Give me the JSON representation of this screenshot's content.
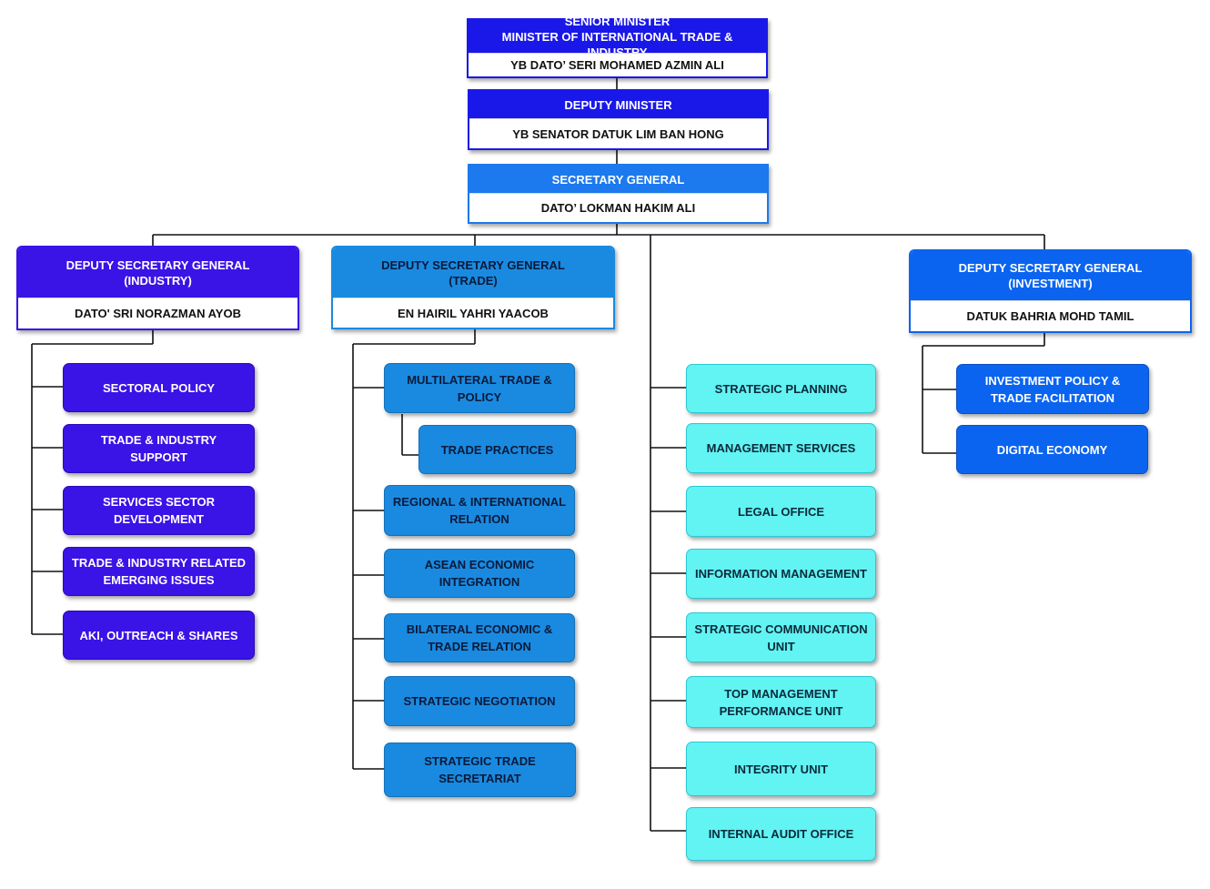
{
  "colors": {
    "top_blue": "#1a18e8",
    "sg_blue": "#1c79ee",
    "industry": "#3a13e6",
    "trade": "#1a8ae0",
    "sec_gen_units": "#62f3f3",
    "investment": "#0a64f0"
  },
  "minister": {
    "title_line1": "SENIOR MINISTER",
    "title_line2": "MINISTER OF INTERNATIONAL TRADE & INDUSTRY",
    "name": "YB DATO’ SERI  MOHAMED AZMIN ALI"
  },
  "deputy_minister": {
    "title": "DEPUTY MINISTER",
    "name": "YB SENATOR DATUK LIM BAN HONG"
  },
  "secretary_general": {
    "title": "SECRETARY GENERAL",
    "name": "DATO’ LOKMAN HAKIM  ALI"
  },
  "dsg_industry": {
    "title_line1": "DEPUTY SECRETARY GENERAL",
    "title_line2": "(INDUSTRY)",
    "name": "DATO' SRI NORAZMAN AYOB",
    "units": [
      "SECTORAL POLICY",
      "TRADE & INDUSTRY SUPPORT",
      "SERVICES SECTOR DEVELOPMENT",
      "TRADE & INDUSTRY RELATED EMERGING ISSUES",
      "AKI, OUTREACH & SHARES"
    ]
  },
  "dsg_trade": {
    "title_line1": "DEPUTY SECRETARY GENERAL",
    "title_line2": "(TRADE)",
    "name": "EN HAIRIL YAHRI YAACOB",
    "units": [
      "MULTILATERAL TRADE & POLICY",
      "TRADE PRACTICES",
      "REGIONAL & INTERNATIONAL RELATION",
      "ASEAN ECONOMIC INTEGRATION",
      "BILATERAL ECONOMIC & TRADE RELATION",
      "STRATEGIC NEGOTIATION",
      "STRATEGIC TRADE SECRETARIAT"
    ]
  },
  "sg_units": [
    "STRATEGIC PLANNING",
    "MANAGEMENT SERVICES",
    "LEGAL OFFICE",
    "INFORMATION MANAGEMENT",
    "STRATEGIC COMMUNICATION UNIT",
    "TOP MANAGEMENT PERFORMANCE UNIT",
    "INTEGRITY UNIT",
    "INTERNAL AUDIT OFFICE"
  ],
  "dsg_investment": {
    "title_line1": "DEPUTY SECRETARY GENERAL",
    "title_line2": "(INVESTMENT)",
    "name": "DATUK BAHRIA MOHD TAMIL",
    "units": [
      "INVESTMENT POLICY & TRADE FACILITATION",
      "DIGITAL ECONOMY"
    ]
  }
}
